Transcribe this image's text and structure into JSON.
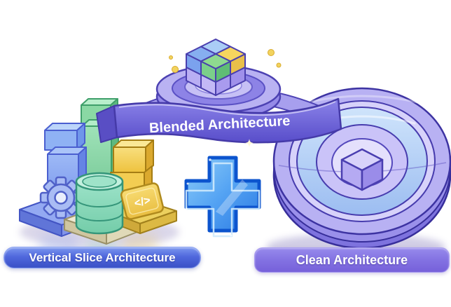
{
  "banner": {
    "label": "Blended Architecture"
  },
  "left_panel": {
    "label": "Vertical Slice Architecture",
    "code_symbol": "</>"
  },
  "right_panel": {
    "label": "Clean Architecture"
  },
  "icons": {
    "blended_cube": "blended-cube-icon",
    "pedestal": "pedestal-icon",
    "ribbon": "ribbon-banner",
    "bar_columns": "bar-columns-icon",
    "gear": "gear-icon",
    "database": "database-icon",
    "code_plate": "code-plate-icon",
    "plus": "plus-icon",
    "sparkles": "sparkle-icon",
    "concentric_rings": "concentric-rings-icon",
    "core_cube": "core-cube-icon"
  },
  "colors": {
    "background": "#ffffff",
    "ribbon": "#6f65da",
    "ribbon_outline": "#453aa8",
    "pill_left_top": "#7b97ef",
    "pill_left_bottom": "#3a50c6",
    "pill_right_top": "#978aec",
    "pill_right_bottom": "#7660da",
    "label_text": "#ffffff",
    "plus_fill": "#4f9df2",
    "plus_border": "#0c54ce",
    "cube_blue": "#86aef0",
    "cube_light_blue": "#aacdf6",
    "cube_yellow": "#f6d55e",
    "cube_green": "#8fd98f",
    "cube_lavender": "#b9aef3",
    "disc_lavender": "#b8b1f3",
    "disc_blue_ring": "#a5c4f3",
    "column_blue": "#7e9df0",
    "column_green": "#8ad8a4",
    "column_yellow": "#f3cd52",
    "database_teal": "#8adcc0",
    "gear_periwinkle": "#a9bcf4"
  }
}
